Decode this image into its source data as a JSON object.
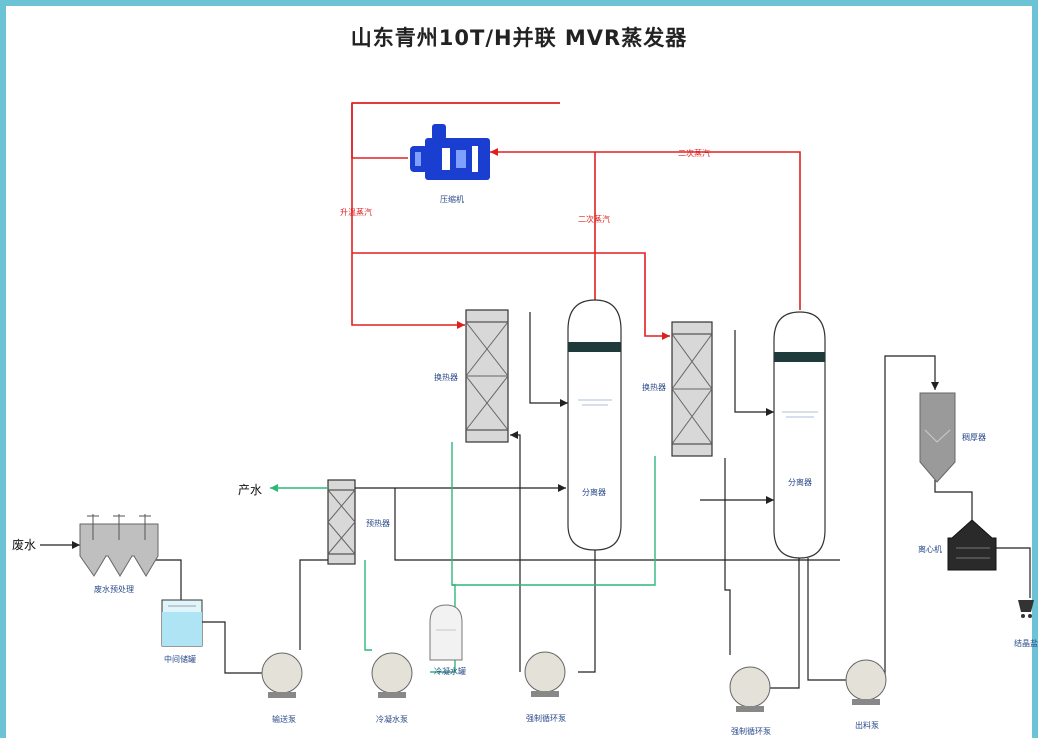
{
  "title": "山东青州10T/H并联 MVR蒸发器",
  "labels": {
    "wastewater_in": "废水",
    "product_water": "产水",
    "compressor": "压缩机",
    "raw_steam": "升温蒸汽",
    "secondary_steam_1": "二次蒸汽",
    "secondary_steam_2": "二次蒸汽",
    "heat_exchanger_1": "换热器",
    "heat_exchanger_2": "换热器",
    "preheater": "预热器",
    "separator_1": "分离器",
    "separator_2": "分离器",
    "pretreatment": "废水预处理",
    "mid_tank": "中间储罐",
    "feed_pump": "输送泵",
    "condensate_pump": "冷凝水泵",
    "condensate_tank": "冷凝水罐",
    "forced_circ_pump_1": "强制循环泵",
    "forced_circ_pump_2": "强制循环泵",
    "discharge_pump": "出料泵",
    "thickener": "稠厚器",
    "centrifuge": "离心机",
    "crystal_salt": "结晶盐"
  },
  "colors": {
    "steam_line": "#e02020",
    "condensate_line": "#2db87a",
    "process_line": "#222222",
    "compressor_blue": "#1a3fd0",
    "frame_accent": "#6cc3d5"
  }
}
